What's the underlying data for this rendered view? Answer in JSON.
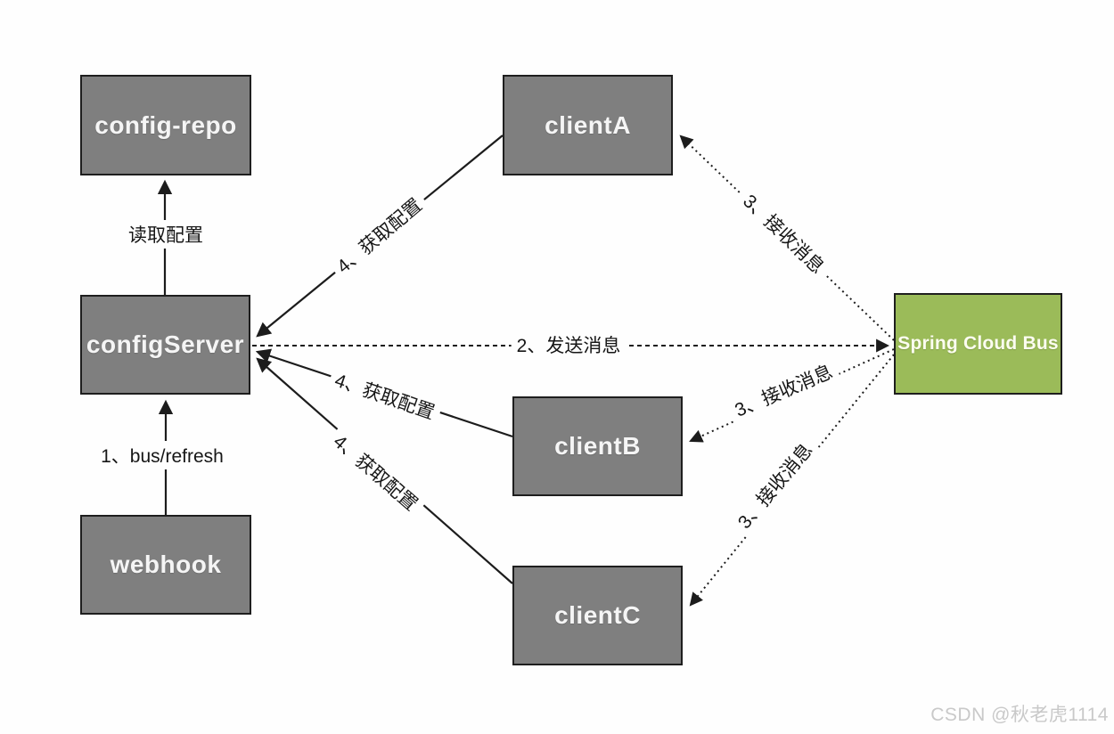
{
  "diagram": {
    "watermark": "CSDN @秋老虎1114",
    "colors": {
      "background": "#fefefe",
      "node_fill": "#7f7f7f",
      "node_border": "#1e1e1e",
      "node_text": "#f5f5f5",
      "bus_fill": "#9bbb59",
      "line": "#1c1c1c",
      "label_text": "#161616",
      "watermark_text": "#c9c9c9"
    },
    "nodes": [
      {
        "id": "config-repo",
        "label": "config-repo"
      },
      {
        "id": "configServer",
        "label": "configServer"
      },
      {
        "id": "webhook",
        "label": "webhook"
      },
      {
        "id": "clientA",
        "label": "clientA"
      },
      {
        "id": "clientB",
        "label": "clientB"
      },
      {
        "id": "clientC",
        "label": "clientC"
      },
      {
        "id": "spring-cloud-bus",
        "label": "Spring Cloud Bus"
      }
    ],
    "edges": [
      {
        "from": "webhook",
        "to": "configServer",
        "label": "1、bus/refresh",
        "style": "solid"
      },
      {
        "from": "configServer",
        "to": "config-repo",
        "label": "读取配置",
        "style": "solid"
      },
      {
        "from": "configServer",
        "to": "spring-cloud-bus",
        "label": "2、发送消息",
        "style": "dashed"
      },
      {
        "from": "spring-cloud-bus",
        "to": "clientA",
        "label": "3、接收消息",
        "style": "dotted"
      },
      {
        "from": "spring-cloud-bus",
        "to": "clientB",
        "label": "3、接收消息",
        "style": "dotted"
      },
      {
        "from": "spring-cloud-bus",
        "to": "clientC",
        "label": "3、接收消息",
        "style": "dotted"
      },
      {
        "from": "clientA",
        "to": "configServer",
        "label": "4、获取配置",
        "style": "solid"
      },
      {
        "from": "clientB",
        "to": "configServer",
        "label": "4、获取配置",
        "style": "solid"
      },
      {
        "from": "clientC",
        "to": "configServer",
        "label": "4、获取配置",
        "style": "solid"
      }
    ]
  }
}
